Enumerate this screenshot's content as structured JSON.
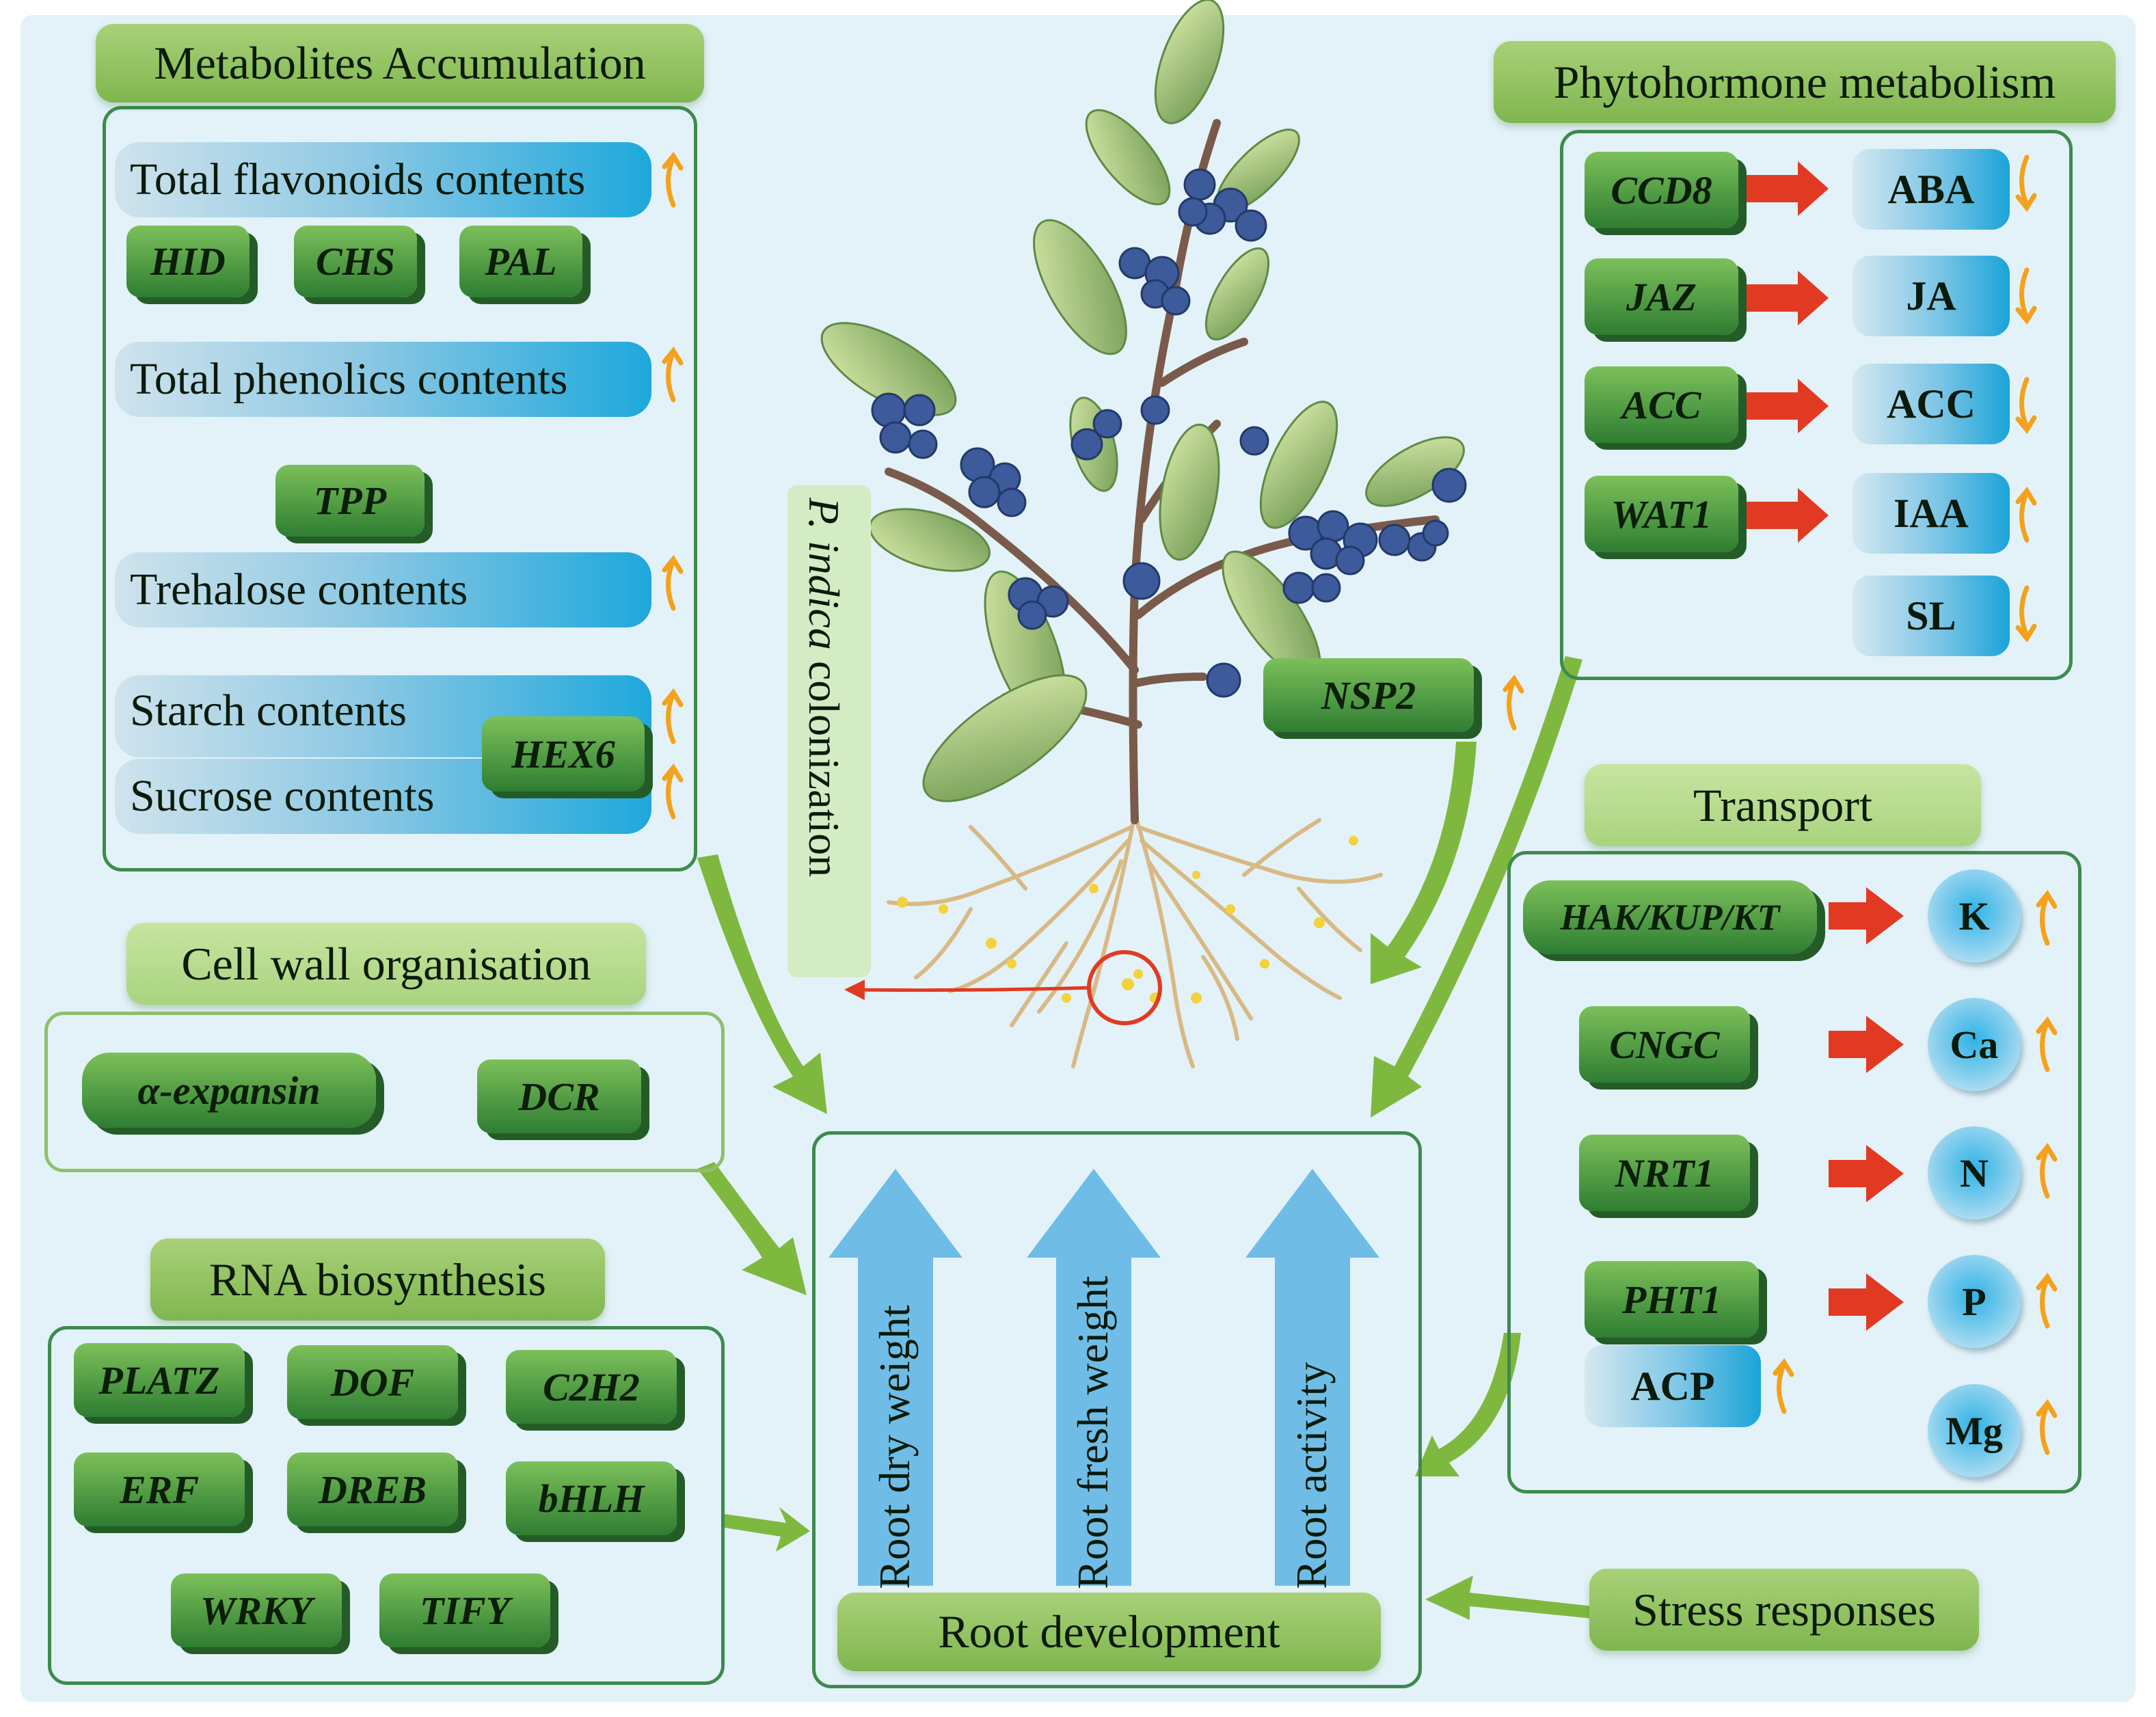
{
  "metabolites": {
    "title": "Metabolites Accumulation",
    "rows": [
      {
        "label": "Total flavonoids contents",
        "genes": [
          "HID",
          "CHS",
          "PAL"
        ]
      },
      {
        "label": "Total phenolics contents",
        "genes": [
          "TPP"
        ]
      },
      {
        "label": "Trehalose contents"
      },
      {
        "label": "Starch contents"
      },
      {
        "label": "Sucrose contents",
        "genes": [
          "HEX6"
        ]
      }
    ]
  },
  "cell_wall": {
    "title": "Cell wall organisation",
    "genes": [
      "α-expansin",
      "DCR"
    ]
  },
  "rna": {
    "title": "RNA biosynthesis",
    "genes": [
      "PLATZ",
      "DOF",
      "C2H2",
      "ERF",
      "DREB",
      "bHLH",
      "WRKY",
      "TIFY"
    ]
  },
  "plant": {
    "colonization_species": "P. indica",
    "colonization_label": "colonization",
    "gene": "NSP2"
  },
  "phytohormone": {
    "title": "Phytohormone metabolism",
    "rows": [
      {
        "gene": "CCD8",
        "hormone": "ABA",
        "trend": "down"
      },
      {
        "gene": "JAZ",
        "hormone": "JA",
        "trend": "down"
      },
      {
        "gene": "ACC",
        "hormone": "ACC",
        "trend": "down"
      },
      {
        "gene": "WAT1",
        "hormone": "IAA",
        "trend": "up"
      },
      {
        "gene": "",
        "hormone": "SL",
        "trend": "down"
      }
    ]
  },
  "transport": {
    "title": "Transport",
    "rows": [
      {
        "gene": "HAK/KUP/KT",
        "ion": "K"
      },
      {
        "gene": "CNGC",
        "ion": "Ca"
      },
      {
        "gene": "NRT1",
        "ion": "N"
      },
      {
        "gene": "PHT1",
        "ion": "P"
      },
      {
        "gene": "",
        "ion": "Mg"
      }
    ],
    "extra": "ACP"
  },
  "root": {
    "metrics": [
      "Root dry weight",
      "Root fresh weight",
      "Root activity"
    ],
    "title": "Root development"
  },
  "stress": {
    "label": "Stress responses"
  },
  "colors": {
    "gene_green": "#2e7d32",
    "header_green": "#8fc45f",
    "panel_border": "#3f8a4e",
    "blue": "#1ea8dc",
    "arrow_red": "#e23a22",
    "trend_orange": "#f5a11b",
    "metric_arrow": "#6fbde6"
  }
}
